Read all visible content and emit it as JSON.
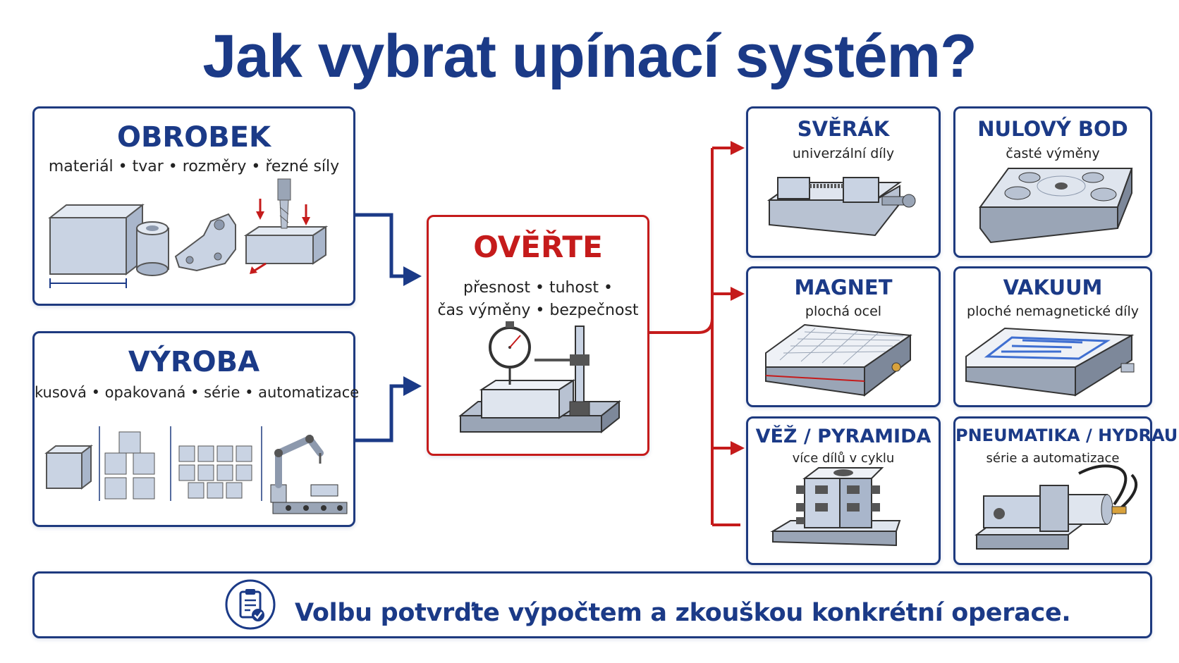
{
  "title": "Jak vybrat upínací systém?",
  "workpiece": {
    "title": "OBROBEK",
    "subtitle": "materiál • tvar • rozměry • řezné síly"
  },
  "production": {
    "title": "VÝROBA",
    "subtitle": "kusová • opakovaná • série • automatizace"
  },
  "verify": {
    "title": "OVĚŘTE",
    "line1": "přesnost • tuhost •",
    "line2": "čas výměny • bezpečnost"
  },
  "options": [
    {
      "title": "SVĚRÁK",
      "subtitle": "univerzální díly"
    },
    {
      "title": "NULOVÝ BOD",
      "subtitle": "časté výměny"
    },
    {
      "title": "MAGNET",
      "subtitle": "plochá ocel"
    },
    {
      "title": "VAKUUM",
      "subtitle": "ploché nemagnetické díly"
    },
    {
      "title": "VĚŽ / PYRAMIDA",
      "subtitle": "více dílů v cyklu"
    },
    {
      "title": "PNEUMATIKA / HYDRAULIKA",
      "subtitle": "série a automatizace"
    }
  ],
  "footer": {
    "text": "Volbu potvrďte výpočtem a zkouškou konkrétní operace."
  },
  "colors": {
    "navy": "#1b3a87",
    "red": "#c51b1b"
  },
  "icons": [
    "clipboard-check-icon"
  ]
}
